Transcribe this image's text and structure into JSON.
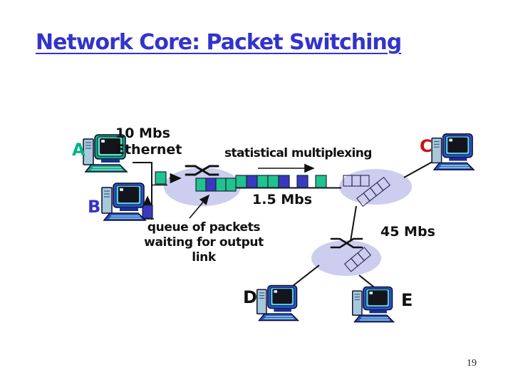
{
  "slide": {
    "title": "Network Core: Packet Switching",
    "page_number": "19"
  },
  "labels": {
    "ethernet_line1": "10 Mbs",
    "ethernet_line2": "Ethernet",
    "stat_mux": "statistical multiplexing",
    "link_rate": "1.5 Mbs",
    "trunk_rate": "45 Mbs",
    "queue_note_line1": "queue of packets",
    "queue_note_line2": "waiting for output",
    "queue_note_line3": "link"
  },
  "hosts": {
    "A": {
      "label": "A",
      "label_color": "#00b386"
    },
    "B": {
      "label": "B",
      "label_color": "#3333cc"
    },
    "C": {
      "label": "C",
      "label_color": "#cc1111"
    },
    "D": {
      "label": "D",
      "label_color": "#111111"
    },
    "E": {
      "label": "E",
      "label_color": "#111111"
    }
  },
  "colors": {
    "green": "#21c28e",
    "blue": "#3939bf",
    "title_blue": "#3333cc",
    "router_fill": "#cdcdf0",
    "queue_outline": "#343464",
    "line_black": "#111111"
  },
  "packets": {
    "host_a_outgoing": [
      "green"
    ],
    "host_b_outgoing": [
      "blue"
    ],
    "router1_queue": [
      "green",
      "blue",
      "green",
      "green"
    ],
    "link_sequence": [
      "green",
      "blue",
      "green",
      "green",
      "blue",
      "gap",
      "blue",
      "gap",
      "green"
    ],
    "router2_horizontal_queue_cells": 3,
    "router2_diagonal_queue_cells": 4,
    "router3_diagonal_queue_cells": 3
  }
}
